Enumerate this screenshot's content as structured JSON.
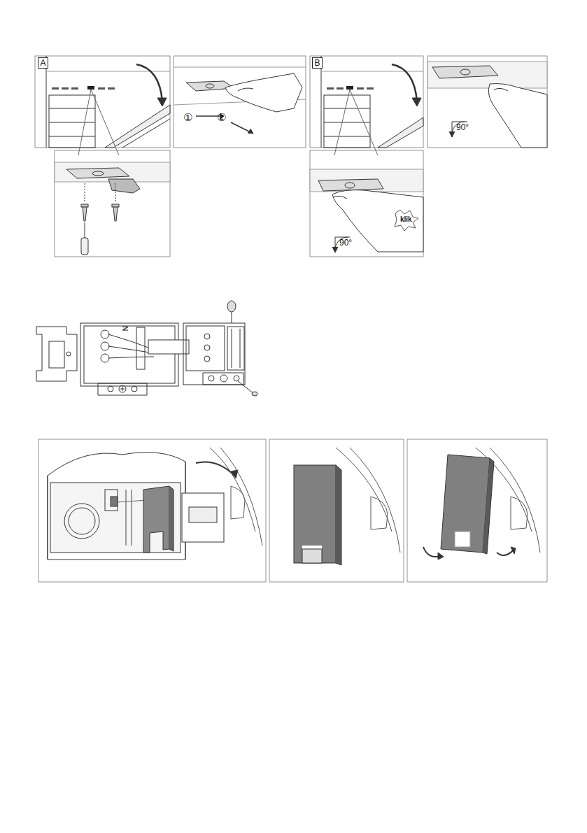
{
  "diagram": {
    "nodes": [
      {
        "text": [
          "A"
        ]
      },
      {
        "text": [
          "B"
        ]
      }
    ],
    "labels": [
      "①",
      "②",
      "90°",
      "klik",
      "90°",
      "N"
    ]
  }
}
